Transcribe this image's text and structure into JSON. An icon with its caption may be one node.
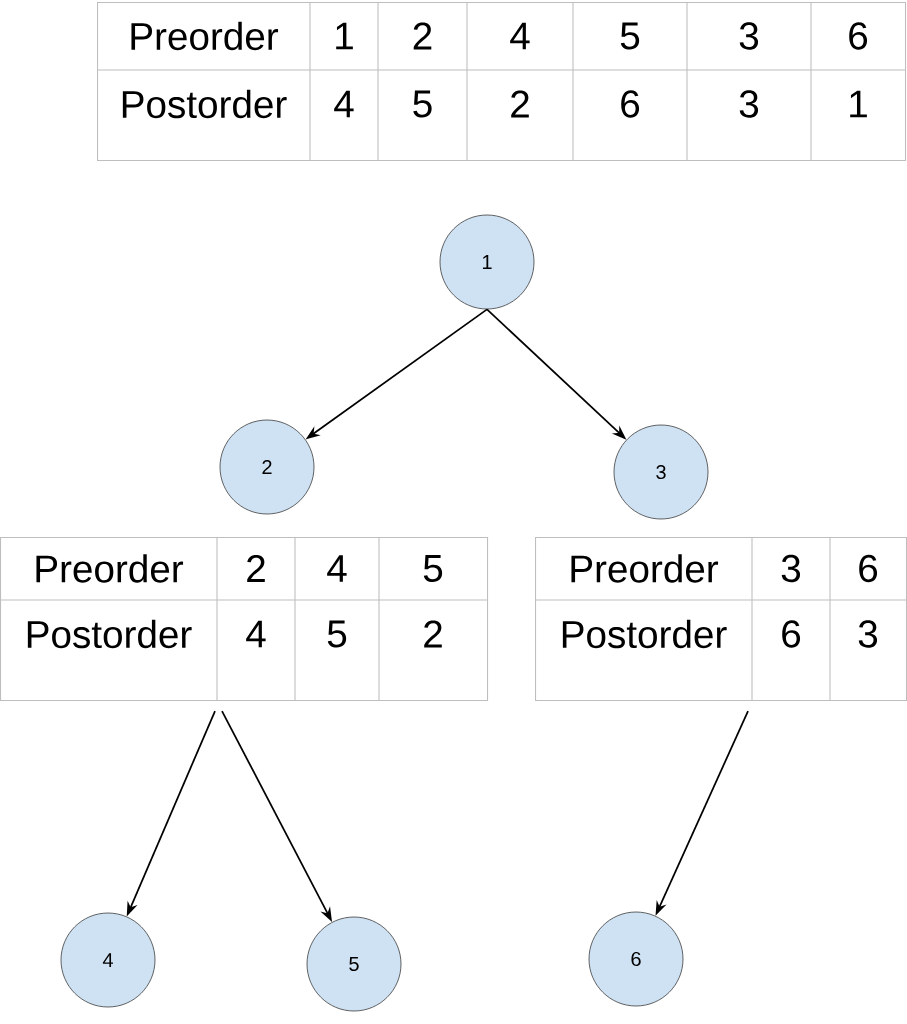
{
  "diagram": {
    "nodes": [
      {
        "text": [
          "Preorder",
          "1",
          "2",
          "4",
          "5",
          "3",
          "6",
          "Postorder",
          "4",
          "5",
          "2",
          "6",
          "3",
          "1"
        ]
      },
      {
        "text": [
          "1"
        ]
      },
      {
        "text": [
          "2"
        ]
      },
      {
        "text": [
          "3"
        ]
      },
      {
        "text": [
          "Preorder",
          "2",
          "4",
          "5",
          "Postorder",
          "4",
          "5",
          "2"
        ]
      },
      {
        "text": [
          "Preorder",
          "3",
          "6",
          "Postorder",
          "6",
          "3"
        ]
      },
      {
        "text": [
          "4"
        ]
      },
      {
        "text": [
          "5"
        ]
      },
      {
        "text": [
          "6"
        ]
      }
    ],
    "edges": [
      {
        "from": 1,
        "to": 2,
        "arrow": "to"
      },
      {
        "from": 1,
        "to": 3,
        "arrow": "to"
      },
      {
        "from": 4,
        "to": 6,
        "arrow": "to"
      },
      {
        "from": 4,
        "to": 7,
        "arrow": "to"
      },
      {
        "from": 5,
        "to": 8,
        "arrow": "to"
      }
    ]
  }
}
